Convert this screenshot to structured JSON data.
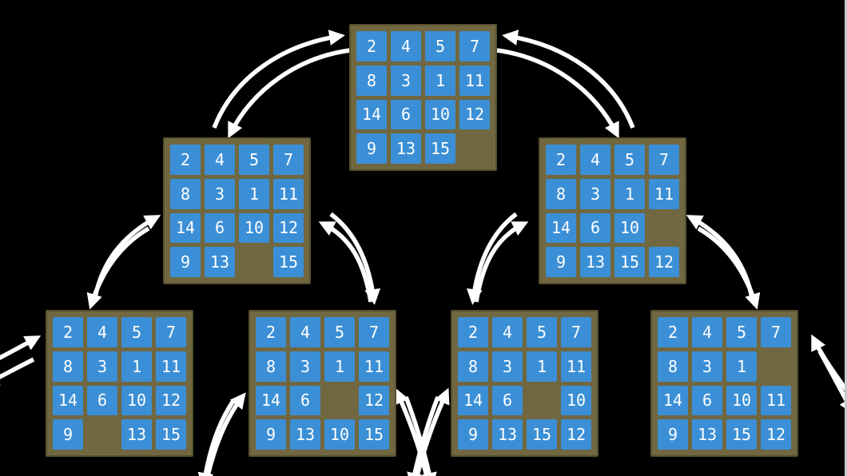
{
  "colors": {
    "background": "#000000",
    "board_frame": "#716740",
    "board_border": "#57502f",
    "tile": "#3b8fd6",
    "tile_text": "#ffffff",
    "arrow": "#ffffff"
  },
  "boards": [
    {
      "id": "root",
      "grid": [
        [
          "2",
          "4",
          "5",
          "7"
        ],
        [
          "8",
          "3",
          "1",
          "11"
        ],
        [
          "14",
          "6",
          "10",
          "12"
        ],
        [
          "9",
          "13",
          "15",
          ""
        ]
      ]
    },
    {
      "id": "left-child",
      "grid": [
        [
          "2",
          "4",
          "5",
          "7"
        ],
        [
          "8",
          "3",
          "1",
          "11"
        ],
        [
          "14",
          "6",
          "10",
          "12"
        ],
        [
          "9",
          "13",
          "",
          "15"
        ]
      ]
    },
    {
      "id": "right-child",
      "grid": [
        [
          "2",
          "4",
          "5",
          "7"
        ],
        [
          "8",
          "3",
          "1",
          "11"
        ],
        [
          "14",
          "6",
          "10",
          ""
        ],
        [
          "9",
          "13",
          "15",
          "12"
        ]
      ]
    },
    {
      "id": "leaf-1",
      "grid": [
        [
          "2",
          "4",
          "5",
          "7"
        ],
        [
          "8",
          "3",
          "1",
          "11"
        ],
        [
          "14",
          "6",
          "10",
          "12"
        ],
        [
          "9",
          "",
          "13",
          "15"
        ]
      ]
    },
    {
      "id": "leaf-2",
      "grid": [
        [
          "2",
          "4",
          "5",
          "7"
        ],
        [
          "8",
          "3",
          "1",
          "11"
        ],
        [
          "14",
          "6",
          "",
          "12"
        ],
        [
          "9",
          "13",
          "10",
          "15"
        ]
      ]
    },
    {
      "id": "leaf-3",
      "grid": [
        [
          "2",
          "4",
          "5",
          "7"
        ],
        [
          "8",
          "3",
          "1",
          "11"
        ],
        [
          "14",
          "6",
          "",
          "10"
        ],
        [
          "9",
          "13",
          "15",
          "12"
        ]
      ]
    },
    {
      "id": "leaf-4",
      "grid": [
        [
          "2",
          "4",
          "5",
          "7"
        ],
        [
          "8",
          "3",
          "1",
          ""
        ],
        [
          "14",
          "6",
          "10",
          "11"
        ],
        [
          "9",
          "13",
          "15",
          "12"
        ]
      ]
    }
  ],
  "connections": [
    {
      "from": "root",
      "to": "left-child",
      "bidirectional": true
    },
    {
      "from": "root",
      "to": "right-child",
      "bidirectional": true
    },
    {
      "from": "left-child",
      "to": "leaf-1",
      "bidirectional": true
    },
    {
      "from": "left-child",
      "to": "leaf-2",
      "bidirectional": true
    },
    {
      "from": "right-child",
      "to": "leaf-3",
      "bidirectional": true
    },
    {
      "from": "right-child",
      "to": "leaf-4",
      "bidirectional": true
    },
    {
      "from": "leaf-1",
      "to": "offscreen-left",
      "bidirectional": true
    },
    {
      "from": "leaf-2",
      "to": "offscreen-bottom-left",
      "bidirectional": true
    },
    {
      "from": "leaf-2",
      "to": "offscreen-bottom-center",
      "bidirectional": true
    },
    {
      "from": "leaf-3",
      "to": "offscreen-bottom-center",
      "bidirectional": true
    },
    {
      "from": "leaf-4",
      "to": "offscreen-right",
      "bidirectional": true
    }
  ]
}
